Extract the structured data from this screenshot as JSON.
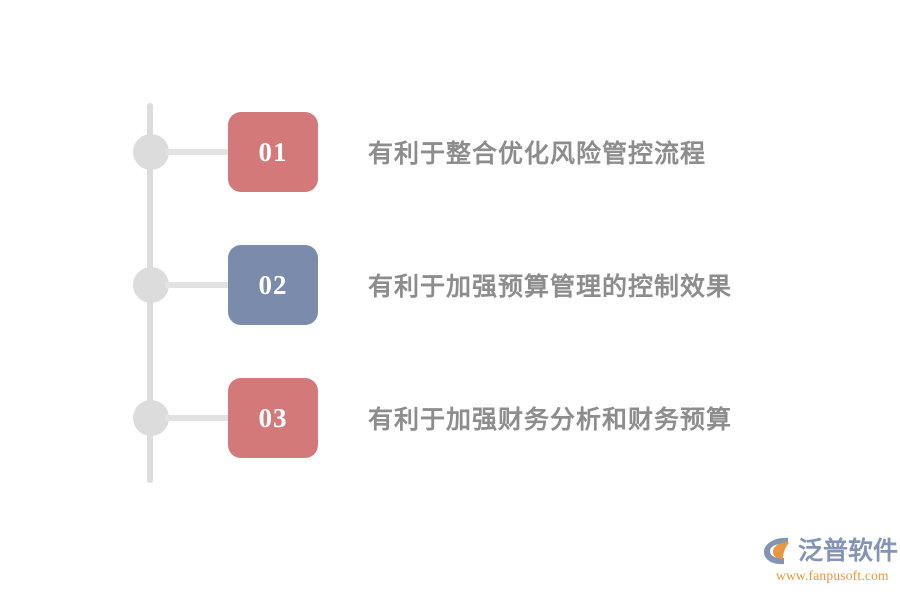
{
  "colors": {
    "background": "#ffffff",
    "badge_red": "#d4797a",
    "badge_blue": "#7a8bac",
    "spine_gray": "#dcdcdc",
    "connector_gray": "#e2e2e2",
    "text_gray": "#8d8d8d",
    "logo_blue": "#8494b4",
    "logo_orange": "#e8963f"
  },
  "timeline": {
    "items": [
      {
        "number": "01",
        "text": "有利于整合优化风险管控流程",
        "badge_color": "#d4797a"
      },
      {
        "number": "02",
        "text": "有利于加强预算管理的控制效果",
        "badge_color": "#7a8bac"
      },
      {
        "number": "03",
        "text": "有利于加强财务分析和财务预算",
        "badge_color": "#d4797a"
      }
    ]
  },
  "brand": {
    "name": "泛普软件",
    "url": "www.fanpusoft.com",
    "mark_icon": "fanpu-swoosh-logo-icon"
  }
}
